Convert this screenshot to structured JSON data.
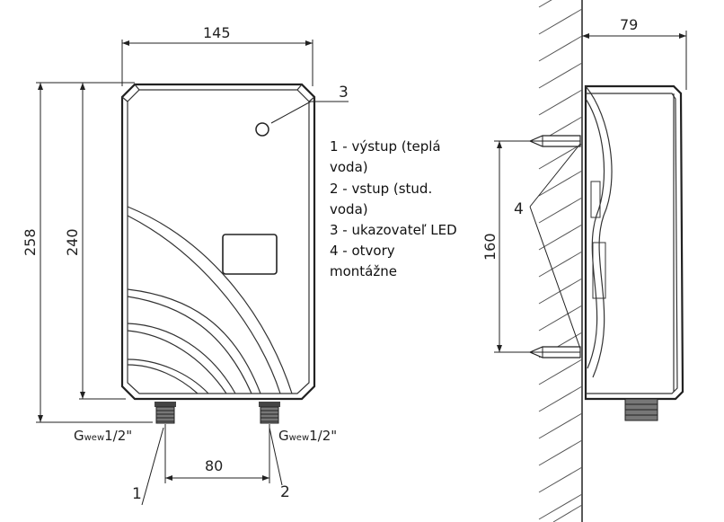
{
  "front_view": {
    "width_label": "145",
    "height_total_label": "258",
    "height_body_label": "240",
    "connector_spacing_label": "80",
    "thread_left_prefix": "G",
    "thread_left_sub": "wew",
    "thread_left_size": "1/2\"",
    "thread_right_prefix": "G",
    "thread_right_sub": "wew",
    "thread_right_size": "1/2\"",
    "callout_1": "1",
    "callout_2": "2",
    "callout_3": "3"
  },
  "legend": {
    "lines": [
      "1 - výstup (teplá",
      "voda)",
      "2 - vstup (stud.",
      "voda)",
      "3 - ukazovateľ LED",
      "4 - otvory",
      "montážne"
    ]
  },
  "side_view": {
    "depth_label": "79",
    "mount_spacing_label": "160",
    "callout_4": "4"
  }
}
